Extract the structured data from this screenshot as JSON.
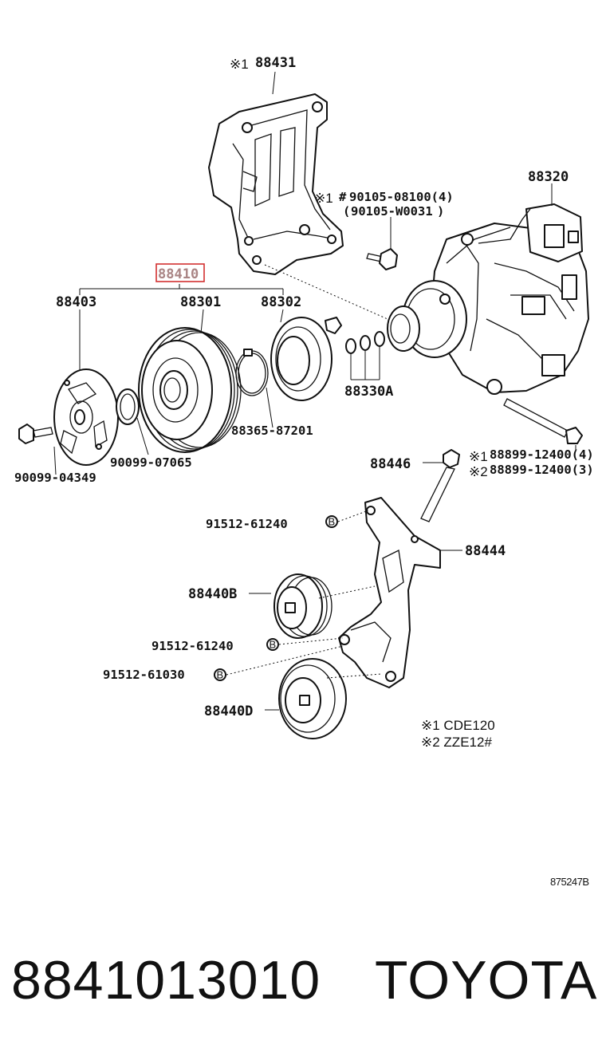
{
  "labels": {
    "p88431": "88431",
    "p88320": "88320",
    "p90105a": "90105-08100(4)",
    "p90105b": "90105-W0031",
    "p88410": "88410",
    "p88403": "88403",
    "p88301": "88301",
    "p88302": "88302",
    "p88330A": "88330A",
    "p88365": "88365-87201",
    "p90099a": "90099-07065",
    "p90099b": "90099-04349",
    "p88899a": "88899-12400(4)",
    "p88899b": "88899-12400(3)",
    "p88446": "88446",
    "p91512a": "91512-61240",
    "p88444": "88444",
    "p88440B": "88440B",
    "p91512b": "91512-61240",
    "p91512c": "91512-61030",
    "p88440D": "88440D"
  },
  "markers": {
    "note1": "※1",
    "note2": "※2",
    "hash": "#",
    "bolt": "B"
  },
  "notes": {
    "n1": "※1 CDE120",
    "n2": "※2 ZZE12#"
  },
  "diagram_code": "875247B",
  "footer": {
    "part_number": "8841013010",
    "brand": "TOYOTA"
  },
  "colors": {
    "highlight": "#d23030",
    "highlight_text": "#a98484",
    "ink": "#111111"
  }
}
